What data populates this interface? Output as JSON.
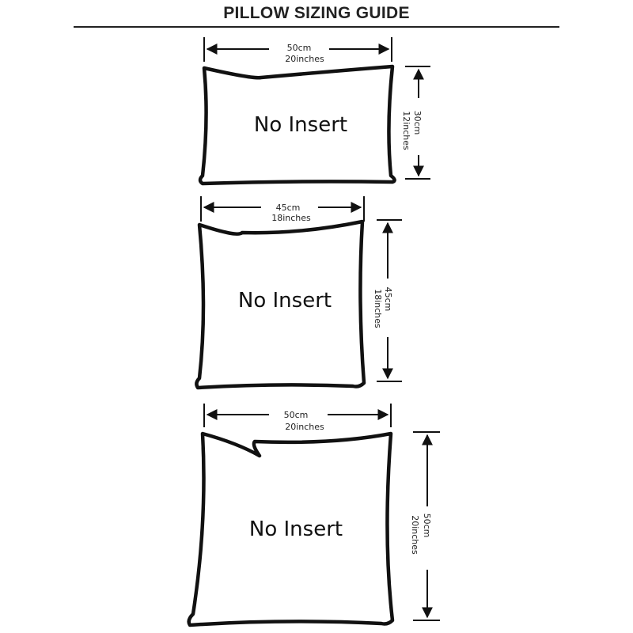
{
  "title": "PILLOW SIZING GUIDE",
  "pillows": [
    {
      "label": "No Insert",
      "width_cm": "50cm",
      "width_in": "20inches",
      "height_cm": "30cm",
      "height_in": "12inches"
    },
    {
      "label": "No Insert",
      "width_cm": "45cm",
      "width_in": "18inches",
      "height_cm": "45cm",
      "height_in": "18inches"
    },
    {
      "label": "No Insert",
      "width_cm": "50cm",
      "width_in": "20inches",
      "height_cm": "50cm",
      "height_in": "20inches"
    }
  ],
  "colors": {
    "line": "#111111",
    "background": "#ffffff"
  }
}
